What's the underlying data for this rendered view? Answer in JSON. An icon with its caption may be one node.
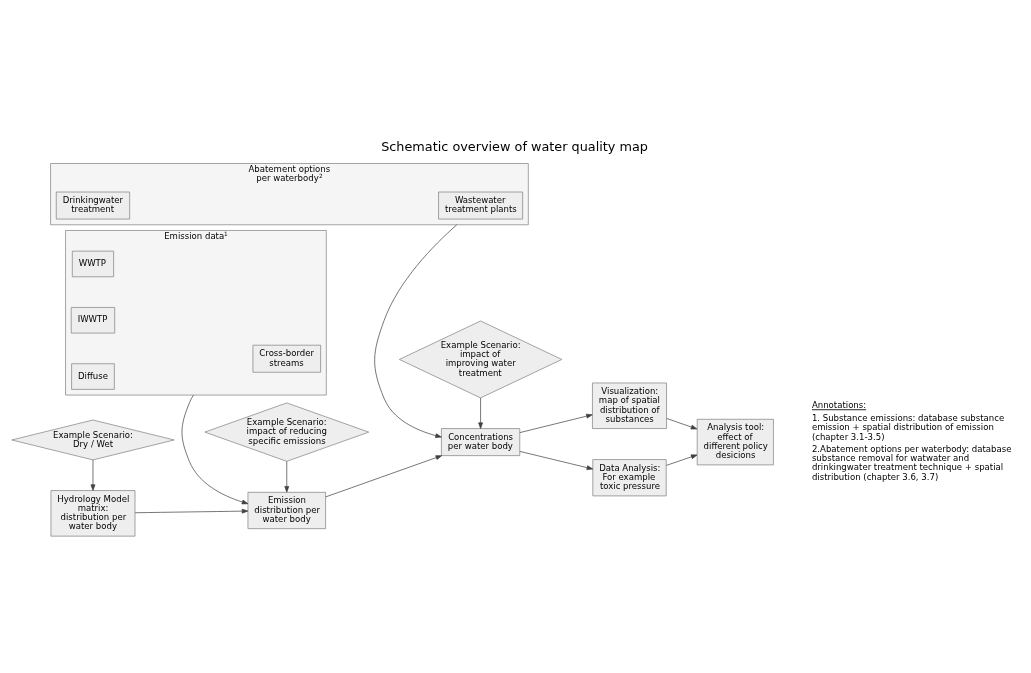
{
  "diagram": {
    "title": "Schematic overview of water quality map",
    "nodes": [
      {
        "text": [
          "Example Scenario: Dry / Wet"
        ]
      },
      {
        "text": [
          "Example Scenario: impact of reducing specific emissions"
        ]
      },
      {
        "text": [
          "Example Scenario: impact of improving water treatment"
        ]
      },
      {
        "text": [
          "Hydrology Model matrix: distribution per water body"
        ]
      },
      {
        "text": [
          "Emission distribution per water body"
        ]
      },
      {
        "text": [
          "Concentrations per water body"
        ]
      },
      {
        "text": [
          "Visualization: map of spatial distribution of substances"
        ]
      },
      {
        "text": [
          "Data Analysis: For example toxic pressure"
        ]
      },
      {
        "text": [
          "Analysis tool: effect of different policy desicions"
        ]
      },
      {
        "text": [
          "Emission data$^{1}$"
        ]
      },
      {
        "text": [
          "Cross-border streams"
        ],
        "in": 9
      },
      {
        "text": [
          "WWTP"
        ],
        "in": 9
      },
      {
        "text": [
          "IWWTP"
        ],
        "in": 9
      },
      {
        "text": [
          "Diffuse"
        ],
        "in": 9
      },
      {
        "text": [
          "Abatement options per waterbody$^{2}$"
        ]
      },
      {
        "text": [
          "Wastewater treatment plants"
        ],
        "in": 14
      },
      {
        "text": [
          "Drinkingwater treatment"
        ],
        "in": 14
      }
    ],
    "edges": [
      {
        "from": 0,
        "to": 3,
        "arrow": "to"
      },
      {
        "from": 1,
        "to": 4,
        "arrow": "to"
      },
      {
        "from": 2,
        "to": 5,
        "arrow": "to"
      },
      {
        "from": 3,
        "to": 4,
        "arrow": "to"
      },
      {
        "from": 4,
        "to": 5,
        "arrow": "to"
      },
      {
        "from": 5,
        "to": 6,
        "arrow": "to"
      },
      {
        "from": 5,
        "to": 7,
        "arrow": "to"
      },
      {
        "from": 6,
        "to": 8,
        "arrow": "to"
      },
      {
        "from": 7,
        "to": 8,
        "arrow": "to"
      },
      {
        "from": 9,
        "to": 4,
        "arrow": "to"
      },
      {
        "from": 14,
        "to": 5,
        "arrow": "to"
      }
    ],
    "labels": [
      "Annotations:",
      "1. Substance emissions: database substance emission + spatial distribution of emission (chapter 3.1-3.5)",
      "2.Abatement options per waterbody: database substance removal for watwater and drinkingwater treatment technique + spatial distribution (chapter 3.6, 3.7)"
    ]
  }
}
